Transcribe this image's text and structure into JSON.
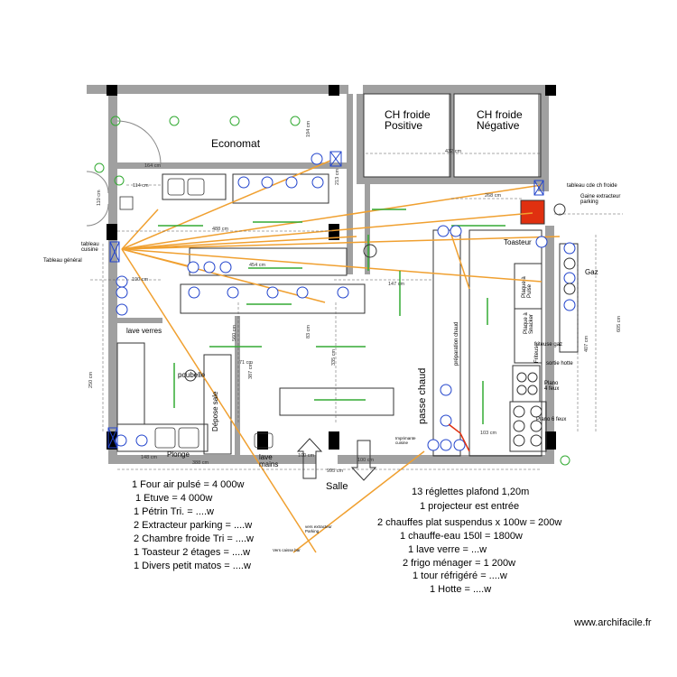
{
  "rooms": {
    "economat": "Economat",
    "ch_froide_positive": "CH froide\nPositive",
    "ch_froide_negative": "CH froide\nNégative",
    "salle": "Salle",
    "plonge": "Plonge",
    "lave_verres": "lave verres",
    "poubelle": "poubelle",
    "depose_sale": "Dépose sale",
    "lave_mains": "lave\nmains",
    "passe_chaud": "passe chaud",
    "preparation_chaud": "préparation chaud",
    "toasteur": "Toasteur",
    "gaz": "Gaz",
    "friteuse_gaz": "friteuse gaz",
    "sortie_hotte": "sortie hotte",
    "plancha_4": "Plano\n4 feux",
    "plancha_6": "Plano 6 feux",
    "plaque_snacker": "Plaque à\nSnacker",
    "friteuse": "Friteuse",
    "plaque_a_pulse": "Plaque à\nPulse"
  },
  "labels": {
    "tableau_cuisine": "tableau\ncuisine",
    "tableau_general": "Tableau général",
    "tableau_cde": "tableau cde ch froide",
    "gaine_extracteur": "Gaine extracteur\nparking",
    "imprimante": "Imprimante\ncuisine",
    "vers_extracteur": "vers extracteur\nParking",
    "vers_caisse": "Vers caisse bar"
  },
  "dimensions": {
    "d164": "164 cm",
    "d114": "114 cm",
    "d488": "488 cm",
    "d100": "100 cm",
    "d432": "432 cm",
    "d268": "268 cm",
    "d147": "147 cm",
    "d454": "454 cm",
    "d148": "148 cm",
    "d388": "388 cm",
    "d995": "995 cm",
    "d103": "103 cm",
    "d250": "250 cm",
    "d110": "110 cm",
    "d605": "605 cm",
    "d407": "407 cm",
    "d387": "387 cm",
    "d335": "335 cm",
    "d560": "560 cm",
    "d71": "71 cm",
    "d83": "83 cm",
    "d213": "213 cm",
    "d194": "194 cm"
  },
  "consumption_left": [
    "1 Four air pulsé = 4 000w",
    "1 Etuve = 4 000w",
    "1 Pétrin Tri. = ....w",
    "2 Extracteur parking  = ....w",
    "2 Chambre froide Tri  = ....w",
    "1 Toasteur 2 étages  = ....w",
    "1 Divers petit matos  = ....w"
  ],
  "consumption_right": [
    "13 réglettes plafond 1,20m",
    "1 projecteur est entrée",
    "2 chauffes plat suspendus x 100w = 200w",
    "1 chauffe-eau 150l = 1800w",
    "1 lave verre = ...w",
    "2 frigo ménager = 1 200w",
    "1 tour réfrigéré = ....w",
    "1 Hotte = ....w"
  ],
  "watermark": "www.archifacile.fr",
  "colors": {
    "wall": "#a0a0a0",
    "wire": "#f0a030",
    "green": "#33aa33",
    "blue": "#2244cc",
    "red": "#e03010"
  }
}
